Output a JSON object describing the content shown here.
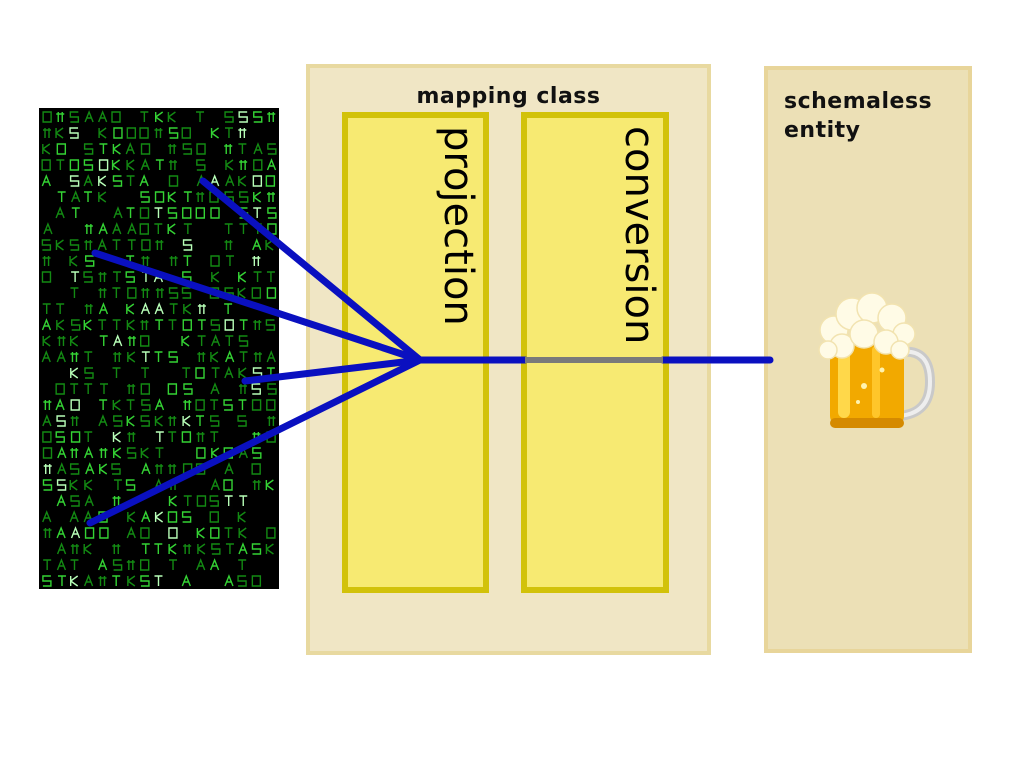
{
  "mapping": {
    "title": "mapping class"
  },
  "columns": {
    "projection": "projection",
    "conversion": "conversion"
  },
  "entity": {
    "title": "schemaless\nentity"
  },
  "colors": {
    "matrix_bg": "#000000",
    "matrix_glyph": "#2fd02f",
    "line": "#0a10c0",
    "connector": "#7a7a7a",
    "mapping_fill": "#f0e6c5",
    "column_fill": "#f7ea72",
    "column_border": "#d2c20a",
    "entity_fill": "#ece0b6"
  },
  "icons": {
    "data_source": "matrix-code-icon",
    "entity": "beer-mug-icon"
  }
}
